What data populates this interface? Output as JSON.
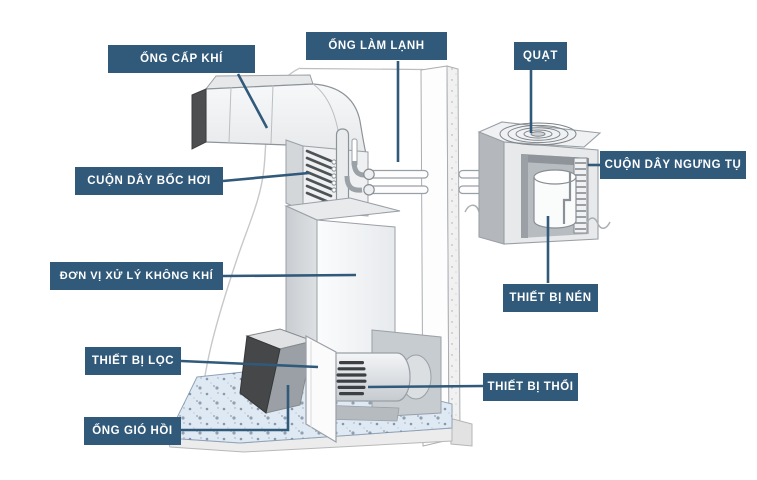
{
  "diagram": {
    "colors": {
      "label_bg": "#30597a",
      "label_text": "#ffffff",
      "leader_line": "#30597a",
      "floor_fill": "#dfe9f3",
      "dark_metal": "#4c4e50"
    },
    "labels": [
      {
        "id": "supply-duct",
        "text": "ỐNG CẤP KHÍ"
      },
      {
        "id": "cooling-pipe",
        "text": "ỐNG LÀM LẠNH"
      },
      {
        "id": "fan",
        "text": "QUẠT"
      },
      {
        "id": "evaporator-coil",
        "text": "CUỘN DÂY BỐC HƠI"
      },
      {
        "id": "condenser-coil",
        "text": "CUỘN DÂY NGƯNG TỤ"
      },
      {
        "id": "air-handling-unit",
        "text": "ĐƠN VỊ XỬ LÝ KHÔNG KHÍ"
      },
      {
        "id": "compressor",
        "text": "THIẾT BỊ NÉN"
      },
      {
        "id": "filter",
        "text": "THIẾT BỊ LỌC"
      },
      {
        "id": "blower",
        "text": "THIẾT BỊ THỔI"
      },
      {
        "id": "return-duct",
        "text": "ỐNG GIÓ HỒI"
      }
    ],
    "parts": [
      "supply-duct",
      "duct-elbow",
      "evaporator-coil",
      "air-handler-unit",
      "refrigerant-pipes",
      "wall",
      "outdoor-unit",
      "fan",
      "compressor",
      "condenser-coil",
      "blower",
      "filter",
      "return-air-duct",
      "floor"
    ]
  }
}
